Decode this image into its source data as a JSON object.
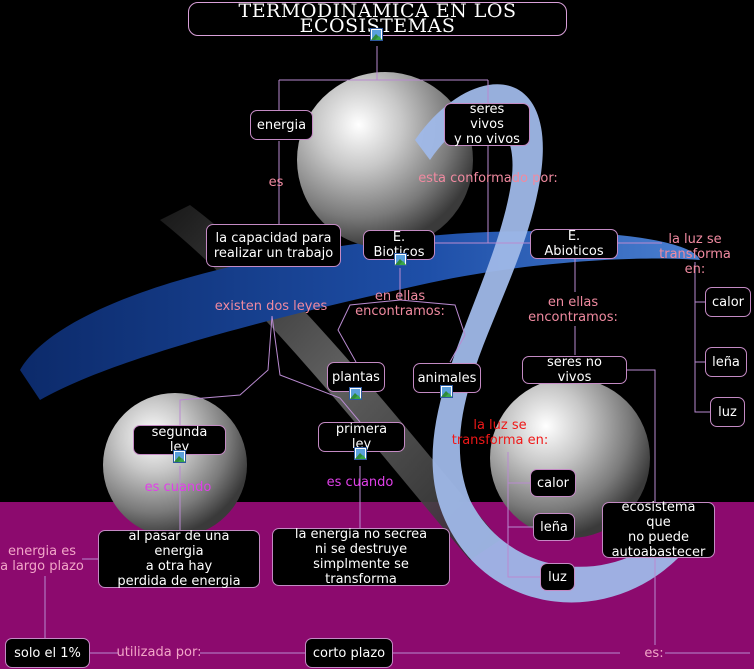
{
  "title": "TERMODINAMICA EN LOS ECOSISTEMAS",
  "nodes": {
    "energia": "energia",
    "seres_vivos": "seres vivos\ny no vivos",
    "capacidad": "la capacidad para\nrealizar un trabajo",
    "bioticos": "E. Bioticos",
    "abioticos": "E. Abioticos",
    "plantas": "plantas",
    "animales": "animales",
    "seres_no_vivos": "seres no vivos",
    "calor_right": "calor",
    "lena_right": "leña",
    "luz_right": "luz",
    "segunda_ley": "segunda ley",
    "primera_ley": "primera ley",
    "calor_mid": "calor",
    "lena_mid": "leña",
    "luz_mid": "luz",
    "ecosistema": "ecosistema que\nno puede\nautoabastecer",
    "al_pasar": "al pasar de una energia\na otra hay\nperdida de energia",
    "la_energia": "la energia no secrea\nni se destruye\nsimplmente se transforma",
    "solo": "solo el 1%",
    "corto": "corto plazo"
  },
  "links": {
    "es": "es",
    "conformado": "esta conformado por:",
    "existen": "existen dos leyes",
    "en_ellas_b": "en ellas\nencontramos:",
    "en_ellas_a": "en ellas\nencontramos:",
    "luz_transforma_right": "la luz se\ntransforma en:",
    "luz_transforma_mid": "la luz se\ntransforma en:",
    "es_cuando_left": "es cuando",
    "es_cuando_mid": "es cuando",
    "largo_plazo": "energia es\na largo plazo",
    "utilizada": "utilizada por:",
    "es_colon": "es:"
  },
  "colors": {
    "background": "#000000",
    "band": "#8c0a6e",
    "node_border": "#c48ac4",
    "connector": "#b98ad0",
    "link_text_pink": "#f08aa0",
    "link_text_magenta": "#e040e8",
    "link_text_red": "#f01818",
    "link_text_soft": "#f2a6c8"
  },
  "icons": [
    "image-icon"
  ]
}
